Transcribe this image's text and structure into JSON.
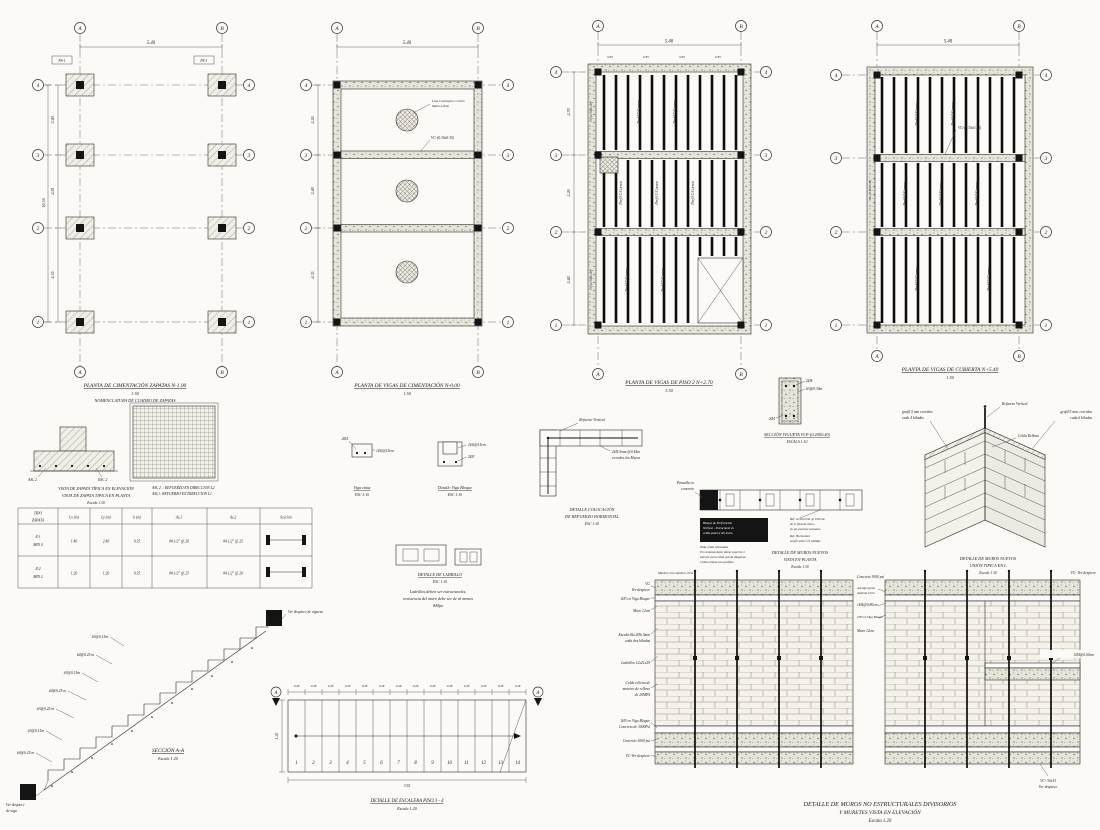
{
  "axes": {
    "letters": [
      "A",
      "B"
    ],
    "numbers": [
      "4",
      "3",
      "2",
      "1"
    ]
  },
  "plan1": {
    "title": "PLANTA DE CIMENTACIÓN ZAPATAS N-1.00",
    "scale": "1:50",
    "subtitle": "NOMENCLATURA DE CUADRO DE ZAPATAS",
    "footing_label": "PS-1",
    "dim_top": "5.40",
    "dims_left": [
      "3.40",
      "2.81",
      "4.35"
    ],
    "dim_total": "10.56"
  },
  "plan2": {
    "title": "PLANTA DE VIGAS DE CIMENTACIÓN N-0.00",
    "scale": "1:50",
    "beam_label": "VC-(0.30x0.35)",
    "slab_note_1": "Losa Contrapiso e=10cm",
    "slab_note_2": "Malla 4.0mm",
    "dim_top": "5.40",
    "dims_left": [
      "2.26",
      "3.40",
      "4.35"
    ]
  },
  "plan3": {
    "title": "PLANTA DE VIGAS DE PISO 2 N+2.70",
    "scale": "1:50",
    "joist_label": "Perfil C/Correa",
    "beam_label": "VC-(0.30X0.40)",
    "dim_top": "5.40",
    "dim_spacing": "0.85",
    "dims_left": [
      "2.70",
      "2.26",
      "3.40"
    ]
  },
  "plan4": {
    "title": "PLANTA DE VIGAS DE CUBIERTA N+5.40",
    "scale": "1:50",
    "joist_label": "Perfil C/Correa",
    "beam_label": "VG-(0.30x0.35)",
    "beam_label_left": "VG-(0.30X0.35)",
    "dim_top": "5.40"
  },
  "vigueta": {
    "title": "SECCIÓN VIGUETA VCF-(0.20X0.40)",
    "scale": "ESCALA 1:10",
    "label_left": "2Ø4",
    "label_right": "#3@0.30m",
    "label_top": "2Ø4"
  },
  "zapata": {
    "title_1": "VISTA DE ZAPATA TÍPICA EN ELEVACIÓN",
    "title_2": "VISTA DE ZAPATA TIPICA EN PLANTA",
    "scale": "Escala 1.30",
    "tag_elev": "ASL 2",
    "tag_elev2": "ESC 2",
    "note_1": "ASL 2 .: REFUERZO EN DIRECCION L2",
    "note_2": "ASL1: REFUERZO EN DIRECCION L1"
  },
  "tabla": {
    "h_tipo1": "TIPO",
    "h_tipo2": "ZAPATA",
    "h_lx": "Lx (m)",
    "h_ly": "Ly (m)",
    "h_h": "h (m)",
    "h_as1": "As,1",
    "h_as2": "As,2",
    "h_sec": "Sección",
    "rows": [
      {
        "tipo": "Z-1",
        "sub": "MIN 4",
        "lx": "1.40",
        "ly": "2.40",
        "h": "0.35",
        "as1": "#4.1/2\" @.20",
        "as2": "#4.1/2\" @.25"
      },
      {
        "tipo": "Z-2",
        "sub": "MIN 2",
        "lx": "1.20",
        "ly": "1.20",
        "h": "0.35",
        "as1": "#4.1/2\" @.25",
        "as2": "#4.1/2\" @.20"
      }
    ]
  },
  "viga_cinta": {
    "title": "Viga cinta",
    "scale": "ESC 1:10",
    "label_1": "2Ø4",
    "label_2": "1Ø2@15cm"
  },
  "viga_bloque": {
    "title": "Detalle Viga Bloque",
    "scale": "ESC 1:10",
    "label_1": "1Ø2@15cm",
    "label_2": "2Ø3"
  },
  "ladrillo": {
    "title": "DETALLE DE LADRILLO",
    "scale": "ESC 1:10",
    "note_1": "Ladrillos deben ser estructurales,",
    "note_2": "resistencia del muro debe ser de al menos",
    "note_3": "8Mpa"
  },
  "ref_horizontal": {
    "title_1": "DETALLE COLOCACIÓN",
    "title_2": "DE REFUERZO HORIZONTAL",
    "scale": "ESC 1:10",
    "label_1": "Refuerzo Vertical",
    "label_2": "2Ø5.5mm @0.44m",
    "label_3": "en todos los Muros"
  },
  "muros_planta": {
    "title_1": "DETALLE DE MUROS NUEVOS",
    "title_2": "VISTA EN PLANTA",
    "scale": "Escala 1.30",
    "label_pantalla_1": "Pantalla en",
    "label_pantalla_2": "concreto",
    "note_box_1": "Bloque de Perforación",
    "note_box_2": "Vertical - Estructural en",
    "note_box_3": "celda amarra del muro.",
    "note_right_1": "Ref. vertical Ø4 @ 0.60 mt.",
    "note_right_2": "de el final de muro.",
    "note_right_3": "en las puertas ventanas.",
    "note_right_4": "Ref. Horizontal",
    "note_right_5": "Grafil 4mm C/3 hiladas",
    "note_bottom_1": "Toda celda rellenadas",
    "note_bottom_2": "En ventanas dejar dintel superior e",
    "note_bottom_3": "interior para evitar grieta diagonal.",
    "note_bottom_4": "Celda rellena con grafiles."
  },
  "muros_l": {
    "title_1": "DETALLE DE MUROS NUEVOS",
    "title_2": "UNIÓN TIPICA EN L",
    "scale": "Escala 1.30",
    "label_1a": "grafil 5 mm corridos",
    "label_1b": "cada 4 hiladas",
    "label_2a": "grafil 5 mm. corridos",
    "label_2b": "cada 6 hiladas",
    "label_3": "Refuerzo Vertical",
    "label_4": "Celda Rellena"
  },
  "escalera_seccion": {
    "title": "SECCIÓN A-A",
    "scale": "Escala 1.20",
    "labels": [
      "#3@0.15m",
      "#4@0.25 m",
      "#3@0.15m",
      "#4@0.25 m",
      "#3@0.25 m",
      "#3@0.15m",
      "#4@0.25 m"
    ],
    "note_top": "Ver despiece de vigueta",
    "note_bottom_1": "Ver despiece",
    "note_bottom_2": "de viga"
  },
  "escalera_planta": {
    "title": "DETALLE DE ESCALERA PISO 3 - 4",
    "scale": "Escala 1.20",
    "treads": [
      "1",
      "2",
      "3",
      "4",
      "5",
      "6",
      "7",
      "8",
      "9",
      "10",
      "11",
      "12",
      "13",
      "14"
    ],
    "dim_each": "0.28",
    "dim_total": "3.92",
    "dim_width": "1.20",
    "cut": "A"
  },
  "muros_elev": {
    "title_1": "DETALLE DE MUROS NO ESTRUCTURALES DIVISORIOS",
    "title_2": "Y MURETES VISTA EN ELEVACIÓN",
    "scale": "Escala 1.20",
    "l1a": "VG",
    "l1b": "Ver despiece",
    "l2": "Máximo 5cm máximo 15cm",
    "l3": "1Ø3 en Viga Bloque",
    "l4": "Muro 12cm",
    "l5a": "Escalerilla 2Ø6.5mm",
    "l5b": "cada dos hiladas",
    "l6": "Ladrillos 12x21x29",
    "l7a": "Celda rellena de",
    "l7b": "mortero de relleno",
    "l7c": "de 20MPA",
    "l8a": "1Ø3 en Viga Bloque",
    "l8b": "Concreto de 3000Psi",
    "l9": "Concreto 3000 psi",
    "l10": "VC-Ver despiece",
    "m1": "Concreto 3000 psi",
    "m2a": "Anclaje aprox.",
    "m2b": "máximo 15cm",
    "m3": "1Ø4@0.80cm",
    "m4": "1Ø3 en Viga Bloque",
    "m5": "Muro 12cm",
    "r1": "VG- Ver despiece",
    "r2": "1Ø4@0.60cm",
    "r3a": "VC- 30x35",
    "r3b": "Ver despiece"
  }
}
